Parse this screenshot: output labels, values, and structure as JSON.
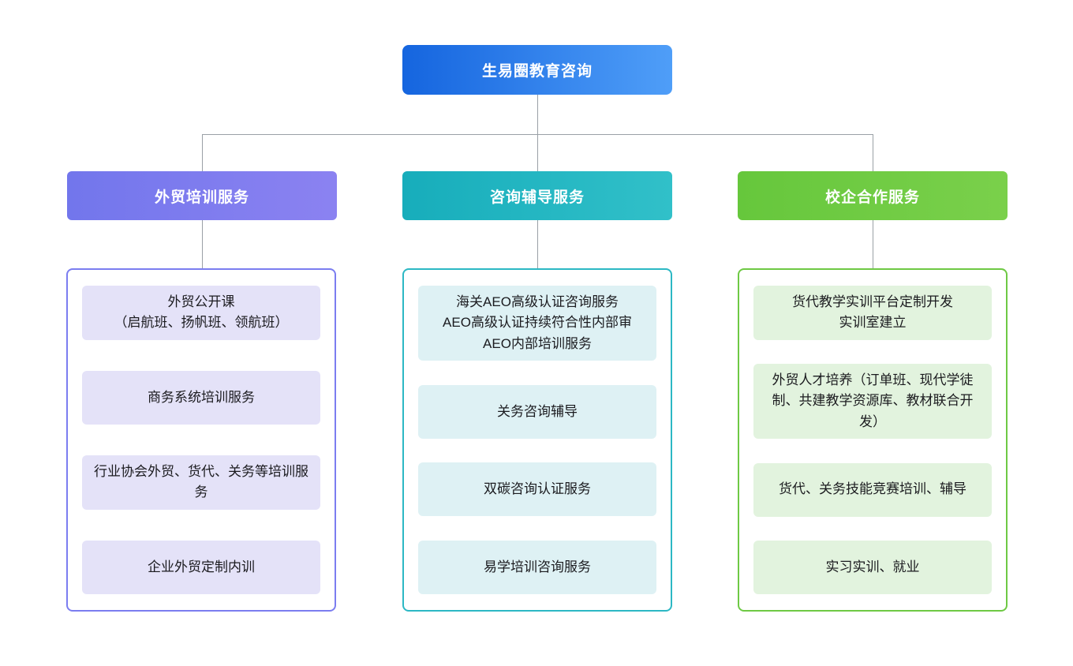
{
  "root": {
    "label": "生易圈教育咨询"
  },
  "branches": [
    {
      "title": "外贸培训服务",
      "items": [
        "外贸公开课\n（启航班、扬帆班、领航班）",
        "商务系统培训服务",
        "行业协会外贸、货代、关务等培训服务",
        "企业外贸定制内训"
      ]
    },
    {
      "title": "咨询辅导服务",
      "items": [
        "海关AEO高级认证咨询服务\nAEO高级认证持续符合性内部审\nAEO内部培训服务",
        "关务咨询辅导",
        "双碳咨询认证服务",
        "易学培训咨询服务"
      ]
    },
    {
      "title": "校企合作服务",
      "items": [
        "货代教学实训平台定制开发\n实训室建立",
        "外贸人才培养（订单班、现代学徒制、共建教学资源库、教材联合开发）",
        "货代、关务技能竞赛培训、辅导",
        "实习实训、就业"
      ]
    }
  ],
  "colors": {
    "root_gradient_start": "#1565df",
    "root_gradient_end": "#4f9ef8",
    "branch1_header": "#7d7cef",
    "branch1_border": "#7b7df0",
    "branch1_item_bg": "#e4e2f8",
    "branch2_header": "#22b3bf",
    "branch2_border": "#2cb8c4",
    "branch2_item_bg": "#def1f4",
    "branch3_header": "#6ec93f",
    "branch3_border": "#6ec944",
    "branch3_item_bg": "#e2f3de",
    "connector": "#9aa0a6"
  }
}
